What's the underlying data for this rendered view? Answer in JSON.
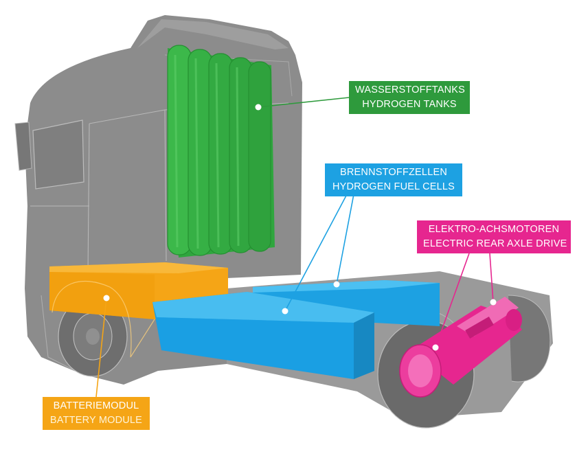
{
  "callouts": {
    "hydrogen_tanks": {
      "de": "WASSERSTOFFTANKS",
      "en": "HYDROGEN TANKS",
      "color": "#2e9a3c"
    },
    "fuel_cells": {
      "de": "BRENNSTOFFZELLEN",
      "en": "HYDROGEN FUEL CELLS",
      "color": "#1da1e2"
    },
    "axle_drive": {
      "de": "ELEKTRO-ACHSMOTOREN",
      "en": "ELECTRIC REAR AXLE DRIVE",
      "color": "#e6268f"
    },
    "battery": {
      "de": "BATTERIEMODUL",
      "en": "BATTERY MODULE",
      "color": "#f5a516"
    }
  },
  "truck_color": "#8c8c8c"
}
